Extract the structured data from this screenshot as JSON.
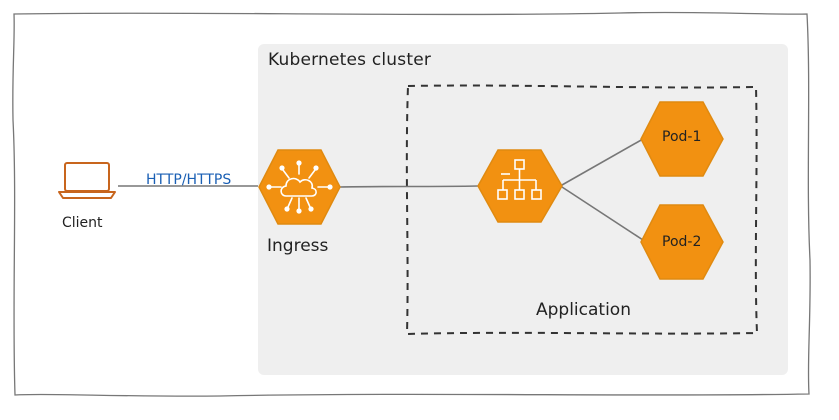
{
  "diagram": {
    "cluster_label": "Kubernetes cluster",
    "client_label": "Client",
    "protocol_label": "HTTP/HTTPS",
    "ingress_label": "Ingress",
    "application_label": "Application",
    "pods": [
      {
        "label": "Pod-1"
      },
      {
        "label": "Pod-2"
      }
    ],
    "icons": {
      "client": "laptop-icon",
      "ingress": "cloud-network-icon",
      "service": "hierarchy-icon"
    },
    "colors": {
      "accent": "#f29111",
      "cluster_bg": "#efefef",
      "link_text": "#1a5fb4",
      "edge": "#777777",
      "border": "#555555"
    }
  }
}
